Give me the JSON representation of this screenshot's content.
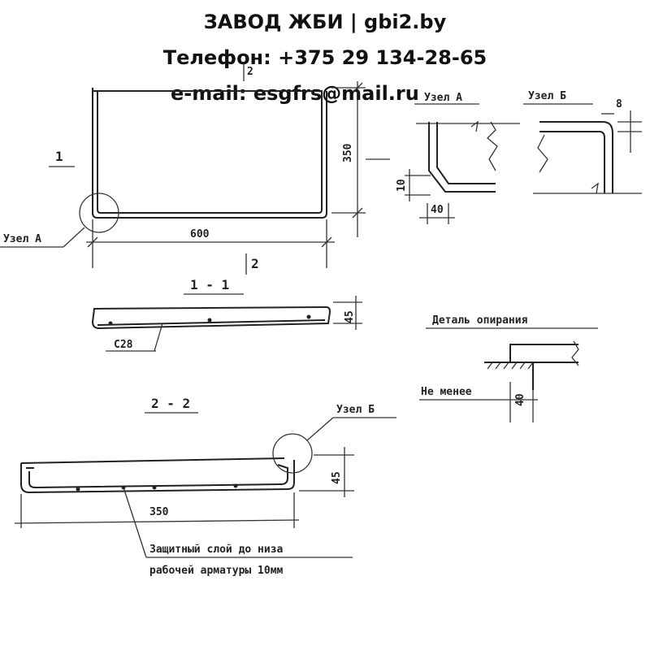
{
  "header": {
    "line1": "ЗАВОД ЖБИ | gbi2.by",
    "line2": "Телефон: +375 29 134-28-65",
    "line3": "e-mail: esgfrs@mail.ru"
  },
  "plan": {
    "mark_1": "1",
    "mark_2_top": "2",
    "mark_2_bottom": "2",
    "dim_width": "600",
    "dim_height": "350",
    "node_a_label": "Узел А"
  },
  "node_a": {
    "title": "Узел А",
    "dim_vertical": "10",
    "dim_horizontal": "40"
  },
  "node_b": {
    "title": "Узел Б",
    "dim_small": "8"
  },
  "section_1": {
    "title": "1 - 1",
    "dim": "45",
    "mesh_label": "С28"
  },
  "support_detail": {
    "title": "Деталь опирания",
    "note": "Не менее",
    "dim": "40"
  },
  "section_2": {
    "title": "2 - 2",
    "node_b_label": "Узел Б",
    "dim_height": "45",
    "dim_width": "350",
    "note_line1": "Защитный слой до низа",
    "note_line2": "рабочей арматуры 10мм"
  }
}
